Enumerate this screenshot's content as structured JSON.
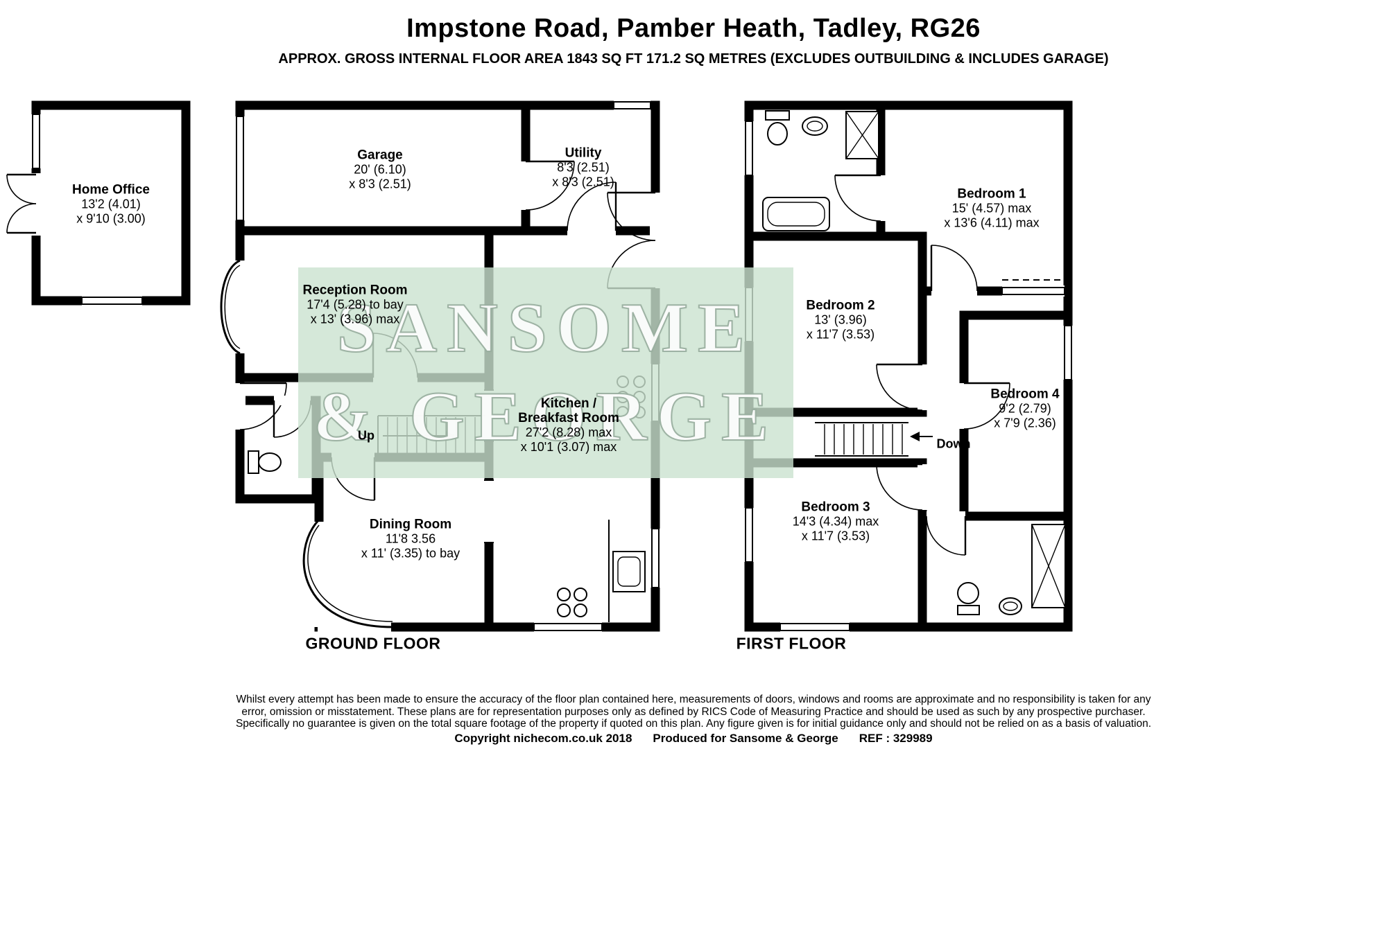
{
  "header": {
    "title": "Impstone Road, Pamber Heath, Tadley, RG26",
    "subtitle": "APPROX. GROSS INTERNAL FLOOR AREA 1843 SQ FT 171.2 SQ METRES (EXCLUDES OUTBUILDING & INCLUDES GARAGE)"
  },
  "ground_floor": {
    "floor_label": "GROUND FLOOR",
    "up_label": "Up",
    "home_office": {
      "name": "Home Office",
      "dim1": "13'2 (4.01)",
      "dim2": "x 9'10 (3.00)"
    },
    "garage": {
      "name": "Garage",
      "dim1": "20' (6.10)",
      "dim2": "x 8'3 (2.51)"
    },
    "utility": {
      "name": "Utility",
      "dim1": "8'3 (2.51)",
      "dim2": "x 8'3 (2.51)"
    },
    "reception": {
      "name": "Reception Room",
      "dim1": "17'4 (5.28) to bay",
      "dim2": "x 13' (3.96) max"
    },
    "kitchen": {
      "name": "Kitchen /",
      "name2": "Breakfast Room",
      "dim1": "27'2 (8.28) max",
      "dim2": "x 10'1 (3.07) max"
    },
    "dining": {
      "name": "Dining Room",
      "dim1": "11'8 3.56",
      "dim2": "x 11' (3.35) to bay"
    }
  },
  "first_floor": {
    "floor_label": "FIRST FLOOR",
    "down_label": "Down",
    "bedroom1": {
      "name": "Bedroom 1",
      "dim1": "15' (4.57) max",
      "dim2": "x 13'6 (4.11) max"
    },
    "bedroom2": {
      "name": "Bedroom 2",
      "dim1": "13' (3.96)",
      "dim2": "x 11'7 (3.53)"
    },
    "bedroom3": {
      "name": "Bedroom 3",
      "dim1": "14'3 (4.34) max",
      "dim2": "x 11'7 (3.53)"
    },
    "bedroom4": {
      "name": "Bedroom 4",
      "dim1": "9'2 (2.79)",
      "dim2": "x 7'9 (2.36)"
    }
  },
  "watermark": {
    "line1": "SANSOME",
    "line2": "& GEORGE"
  },
  "footer": {
    "disclaimer": [
      "Whilst every attempt has been made to ensure the accuracy of the floor plan contained here, measurements of doors, windows and rooms are approximate and no responsibility is taken for any",
      "error, omission or misstatement. These plans are for representation purposes only as defined by RICS Code of Measuring Practice and should be used as such by any prospective purchaser.",
      "Specifically no guarantee is given on the total square footage of the property if quoted on this plan. Any figure given is for initial guidance only and should not be relied on as a basis of valuation."
    ],
    "copyright": [
      "Copyright nichecom.co.uk 2018",
      "Produced for Sansome & George",
      "REF : 329989"
    ]
  },
  "colors": {
    "walls": "#000000",
    "watermark_bg": "#cbe2cf",
    "watermark_text": "#ffffff"
  }
}
